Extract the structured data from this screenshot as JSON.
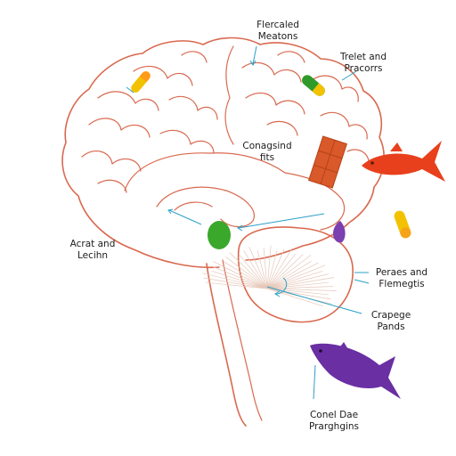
{
  "labels": {
    "top": [
      "Flercaled",
      "Meatons"
    ],
    "top_right": [
      "Trelet and",
      "Pracorrs"
    ],
    "center": [
      "Conagsind",
      "fits"
    ],
    "left": [
      "Acrat and",
      "Lecihn"
    ],
    "right_middle": [
      "Peraes and",
      "Flemegtis"
    ],
    "right_lower": [
      "Crapege",
      "Pands"
    ],
    "bottom": [
      "Conel Dae",
      "Prarghgins"
    ]
  },
  "colors": {
    "outline": "#d9694f",
    "arrow": "#2c9fc7",
    "red_fish": "#e8401c",
    "purple_fish": "#6a2fa3",
    "green_oval": "#3aa82b",
    "purple_berry": "#7b3fb0",
    "capsule_yellow": "#f2c200",
    "capsule_green": "#2f9a2a",
    "chocolate": "#d9592a"
  },
  "icons": [
    "capsule-icon",
    "fish-icon",
    "chocolate-bar-icon",
    "berry-icon",
    "green-oval-icon"
  ]
}
